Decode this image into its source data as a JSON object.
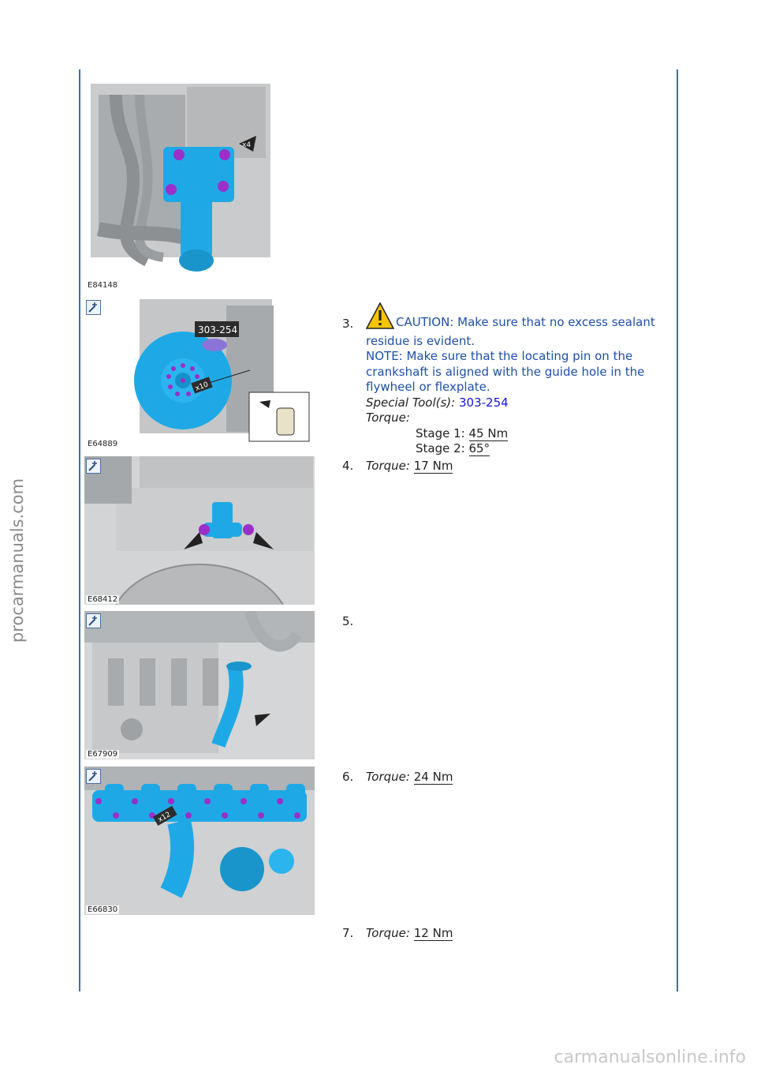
{
  "watermarks": {
    "side": "procarmanuals.com",
    "bottom": "carmanualsonline.info"
  },
  "figures": [
    {
      "code": "E84148",
      "zoom": false
    },
    {
      "code": "E64889",
      "zoom": true
    },
    {
      "code": "E68412",
      "zoom": true
    },
    {
      "code": "E67909",
      "zoom": true
    },
    {
      "code": "E66830",
      "zoom": true
    }
  ],
  "figure_callouts": {
    "fig2_tool": "303-254",
    "fig2_count": "x10",
    "fig1_count": "x4",
    "fig5_count": "x12"
  },
  "steps": {
    "s3": {
      "number": "3.",
      "caution": "CAUTION: Make sure that no excess sealant residue is evident.",
      "note": "NOTE: Make sure that the locating pin on the crankshaft is aligned with the guide hole in the flywheel or flexplate.",
      "special_tool_label": "Special Tool(s):",
      "special_tool_value": "303-254",
      "torque_label": "Torque:",
      "stage1_label": "Stage 1:",
      "stage1_value": "45 Nm",
      "stage2_label": "Stage 2:",
      "stage2_value": "65°"
    },
    "s4": {
      "number": "4.",
      "torque_label": "Torque:",
      "torque_value": "17 Nm"
    },
    "s5": {
      "number": "5."
    },
    "s6": {
      "number": "6.",
      "torque_label": "Torque:",
      "torque_value": "24 Nm"
    },
    "s7": {
      "number": "7.",
      "torque_label": "Torque:",
      "torque_value": "12 Nm"
    }
  },
  "colors": {
    "rule": "#3a6fb0",
    "part": "#1ea9e6",
    "bolt": "#9b2fc9",
    "text_blue": "#1f4faa",
    "link": "#1414e0"
  }
}
